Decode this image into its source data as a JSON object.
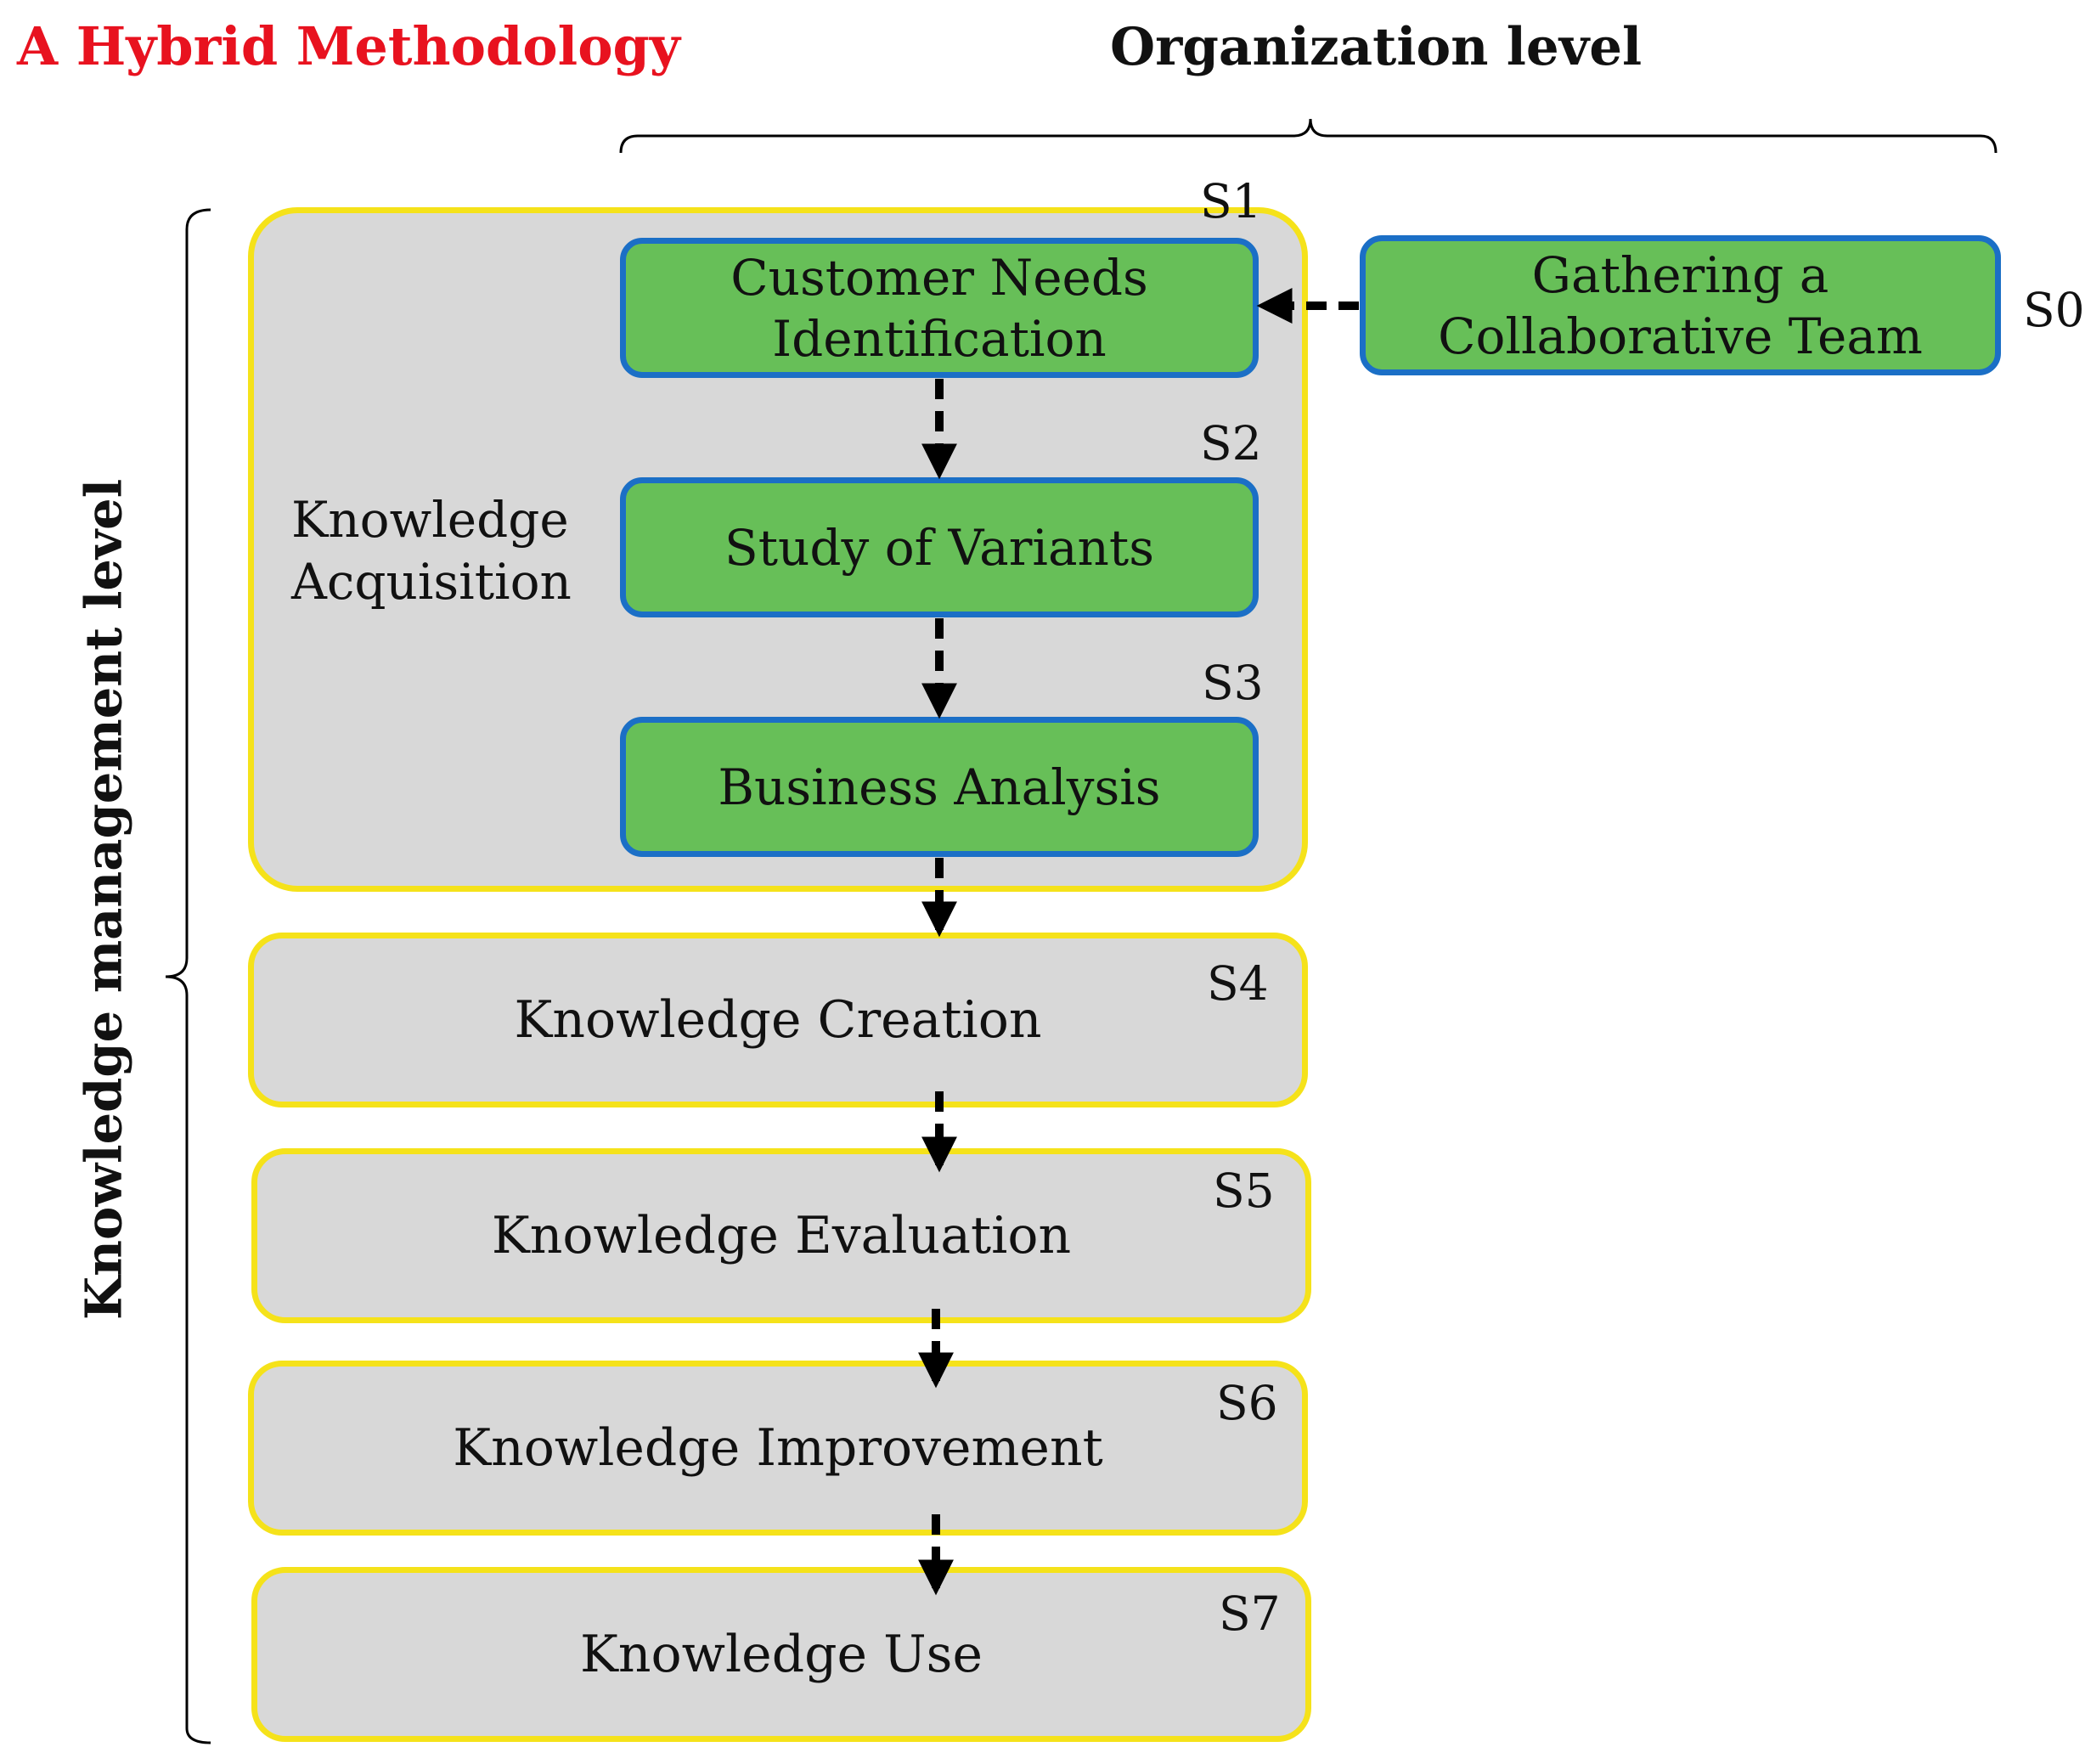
{
  "title": "A Hybrid Methodology",
  "organization_level": "Organization level",
  "knowledge_management_level": "Knowledge management level",
  "group": {
    "label_line1": "Knowledge",
    "label_line2": "Acquisition"
  },
  "steps": {
    "s0": {
      "id": "S0",
      "line1": "Gathering a",
      "line2": "Collaborative Team"
    },
    "s1": {
      "id": "S1",
      "line1": "Customer Needs",
      "line2": "Identification"
    },
    "s2": {
      "id": "S2",
      "label": "Study of Variants"
    },
    "s3": {
      "id": "S3",
      "label": "Business Analysis"
    },
    "s4": {
      "id": "S4",
      "label": "Knowledge Creation"
    },
    "s5": {
      "id": "S5",
      "label": "Knowledge Evaluation"
    },
    "s6": {
      "id": "S6",
      "label": "Knowledge Improvement"
    },
    "s7": {
      "id": "S7",
      "label": "Knowledge Use"
    }
  },
  "colors": {
    "title": "#e8121f",
    "green_fill": "#67bf58",
    "blue_border": "#1b6fc6",
    "yellow_border": "#f5e21a",
    "gray_fill": "#d8d8d8"
  }
}
